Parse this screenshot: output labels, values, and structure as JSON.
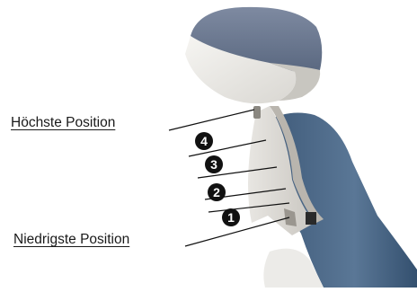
{
  "labels": {
    "highest": "Höchste Position",
    "lowest": "Niedrigste Position"
  },
  "markers": [
    "4",
    "3",
    "2",
    "1"
  ],
  "colors": {
    "cushion": "#5f6f86",
    "backrest": "#46617f",
    "plate": "#d9d6d0",
    "marker": "#111111"
  }
}
